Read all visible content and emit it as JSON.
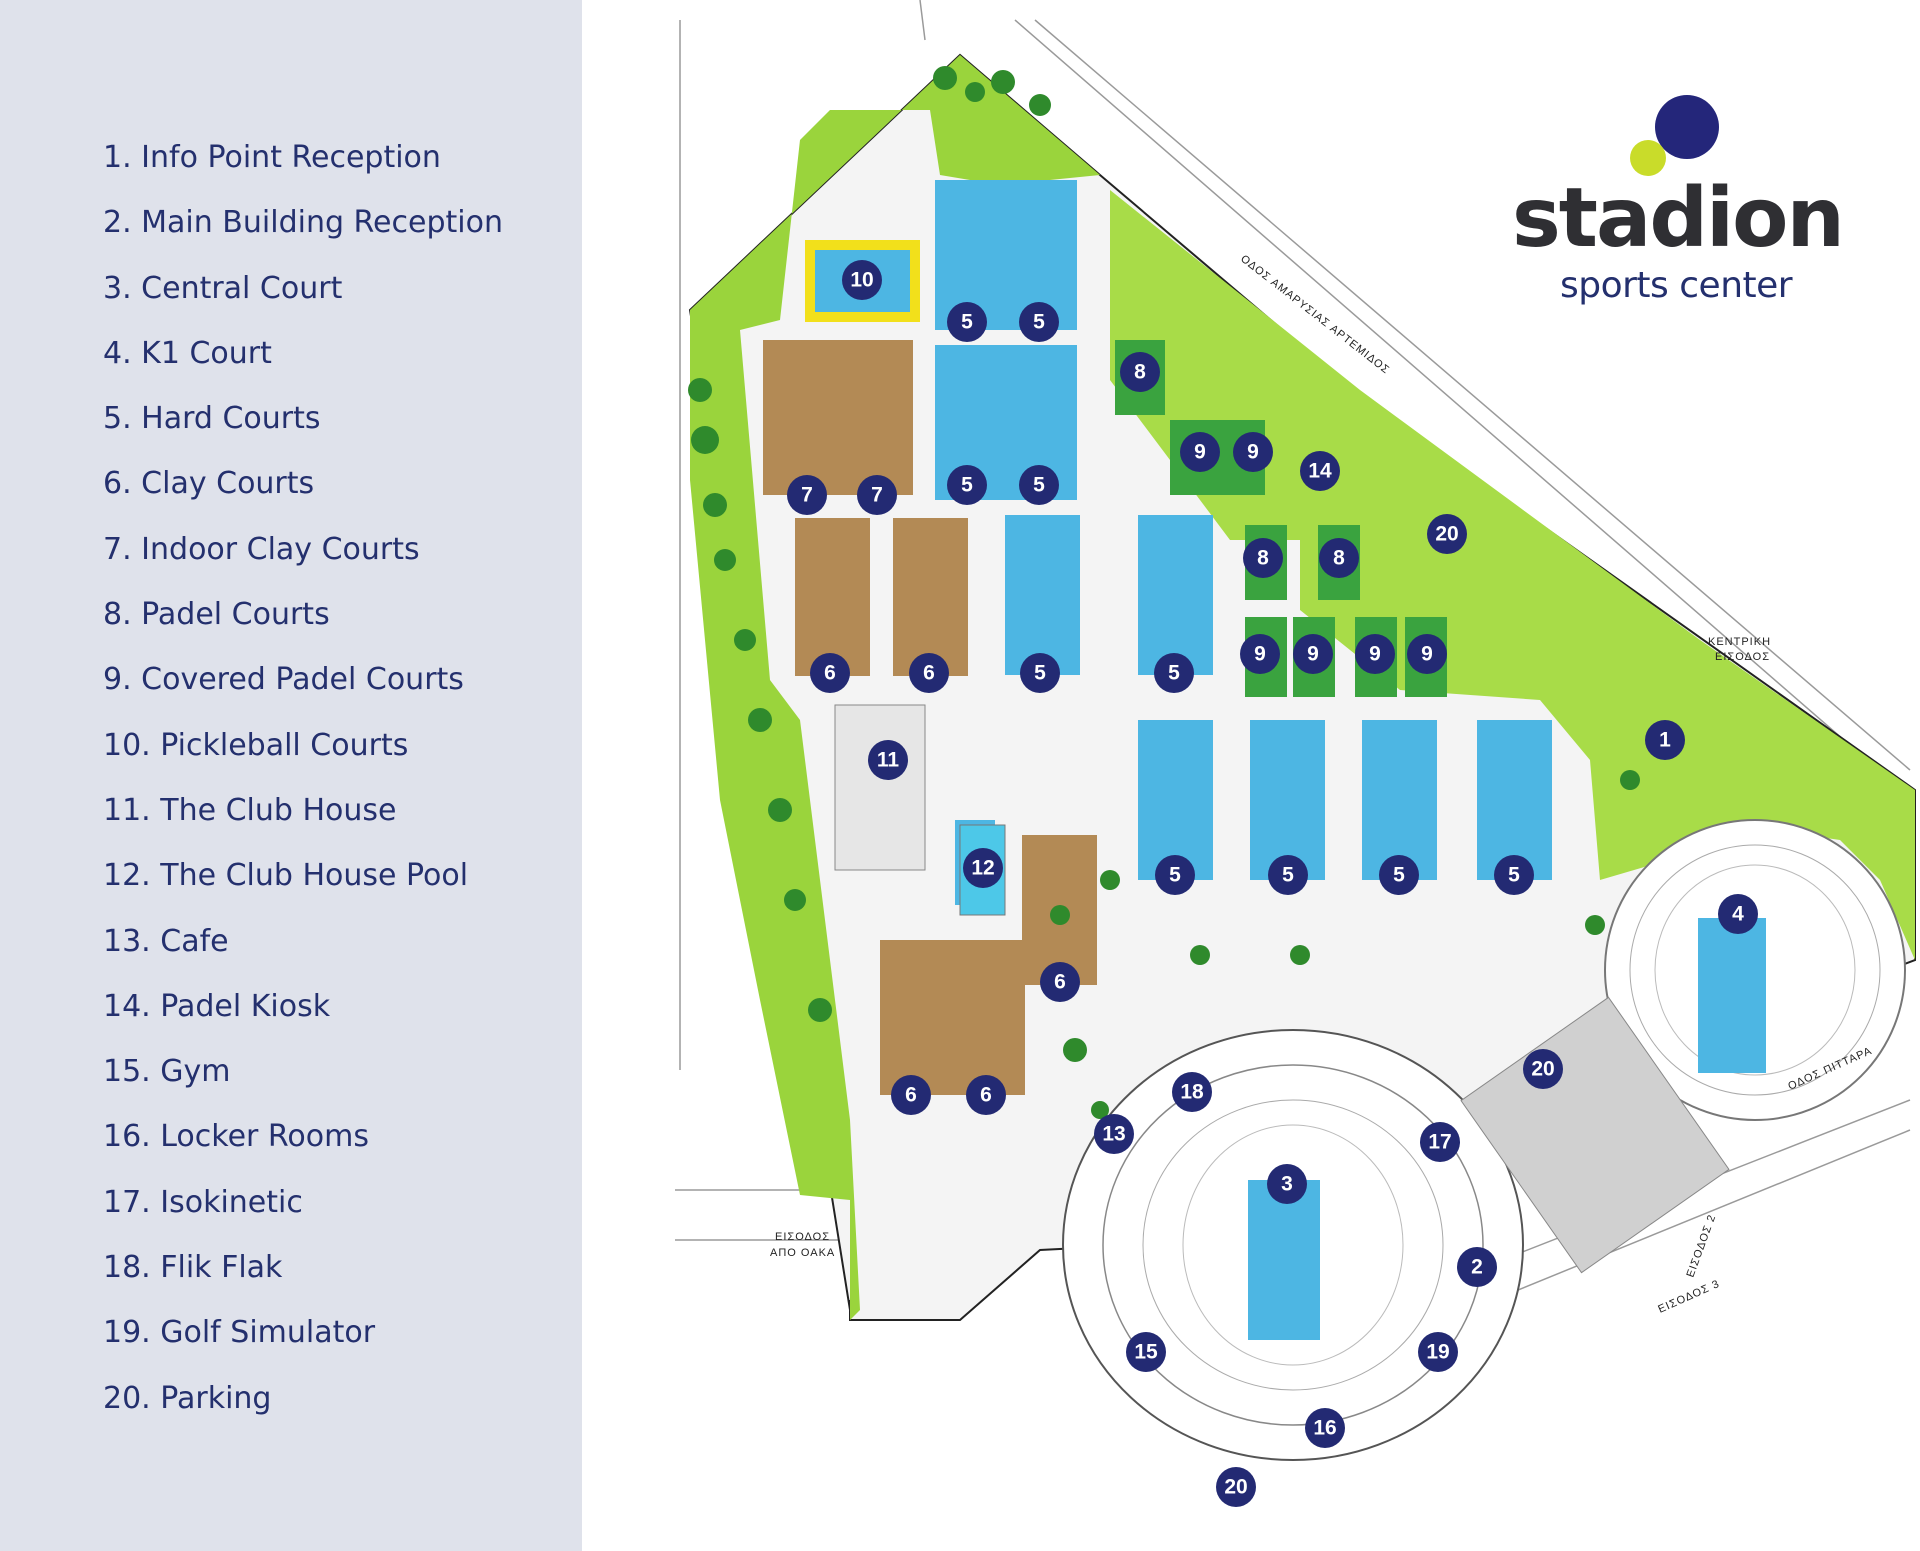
{
  "legend": {
    "items": [
      "1. Info Point Reception",
      "2. Main Building Reception",
      "3. Central Court",
      "4. K1 Court",
      "5. Hard Courts",
      "6. Clay Courts",
      "7. Indoor Clay Courts",
      "8. Padel Courts",
      "9. Covered Padel Courts",
      "10. Pickleball Courts",
      "11. The Club House",
      "12. The Club House Pool",
      "13. Cafe",
      "14. Padel Kiosk",
      "15. Gym",
      "16. Locker Rooms",
      "17. Isokinetic",
      "18. Flik Flak",
      "19. Golf Simulator",
      "20. Parking"
    ]
  },
  "brand": {
    "name": "stadion",
    "subtitle": "sports center"
  },
  "road_labels": {
    "amarousias": "ΟΔΟΣ ΑΜΑΡΥΣΙΑΣ ΑΡΤΕΜΙΔΟΣ",
    "pittara": "ΟΔΟΣ ΠΙΤΤΑΡΑ",
    "main_entrance_line1": "ΚΕΝΤΡΙΚΗ",
    "main_entrance_line2": "ΕΙΣΟΔΟΣ",
    "oaka_line1": "ΕΙΣΟΔΟΣ",
    "oaka_line2": "ΑΠΟ ΟΑΚΑ",
    "entrance2": "ΕΙΣΟΔΟΣ 2",
    "entrance3": "ΕΙΣΟΔΟΣ 3"
  },
  "badges": [
    "1",
    "2",
    "3",
    "4",
    "5",
    "6",
    "7",
    "8",
    "9",
    "10",
    "11",
    "12",
    "13",
    "14",
    "15",
    "16",
    "17",
    "18",
    "19",
    "20"
  ],
  "colors": {
    "legend_bg": "#dfe2eb",
    "legend_text": "#24306e",
    "badge": "#232a73",
    "hard_court": "#4db6e3",
    "clay_court": "#b38a55",
    "padel_court": "#3aa33f",
    "pickleball": "#f2e01b",
    "grass": "#9ad43c",
    "tree": "#2f8a2c"
  }
}
